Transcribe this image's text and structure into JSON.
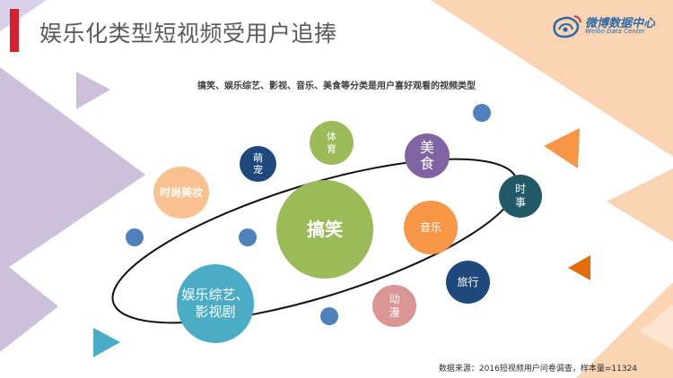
{
  "header": {
    "title": "娱乐化类型短视频受用户追捧",
    "logo_text": "微博数据中心",
    "logo_subtext": "Weibo Data Center",
    "subtitle": "搞笑、娱乐综艺、影视、音乐、美食等分类是用户喜好观看的视频类型"
  },
  "bubbles": [
    {
      "id": "gaoxiao",
      "label": "搞笑",
      "color": "#9bbb59"
    },
    {
      "id": "yule",
      "label": "娱乐综艺、\n影视剧",
      "color": "#4bacc6"
    },
    {
      "id": "shishang",
      "label": "时尚美妆",
      "color": "#fac08f"
    },
    {
      "id": "mengchong",
      "label": "萌\n宠",
      "color": "#1f497d"
    },
    {
      "id": "tiyu",
      "label": "体\n育",
      "color": "#9bbb59"
    },
    {
      "id": "meishi",
      "label": "美\n食",
      "color": "#8064a2"
    },
    {
      "id": "shishi",
      "label": "时\n事",
      "color": "#215967"
    },
    {
      "id": "yinyue",
      "label": "音乐",
      "color": "#f79646"
    },
    {
      "id": "lvxing",
      "label": "旅行",
      "color": "#1f497d"
    },
    {
      "id": "dongman",
      "label": "动\n漫",
      "color": "#d99694"
    }
  ],
  "dot_color": "#4f81bd",
  "footer": {
    "source": "数据来源：2016短视频用户问卷调查，样本量=11324"
  }
}
